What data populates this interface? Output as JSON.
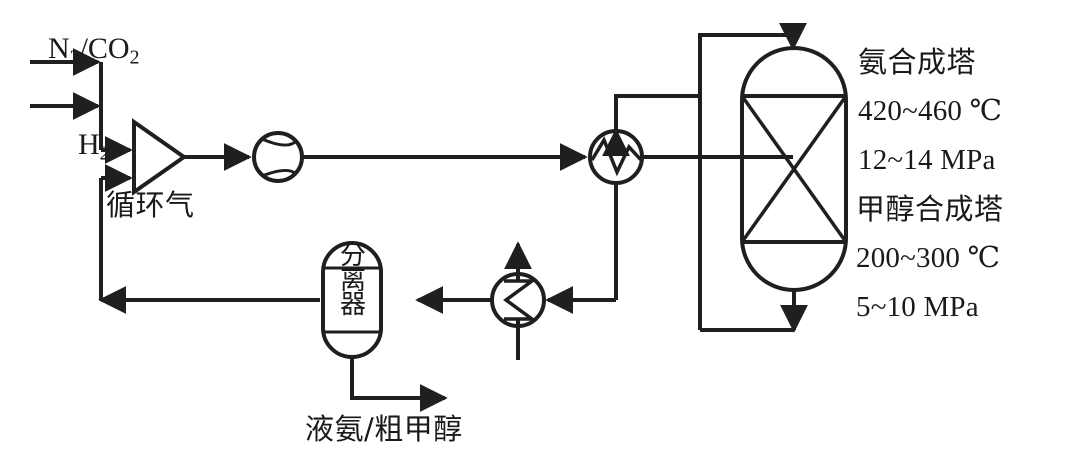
{
  "figure": {
    "type": "process-flow-diagram",
    "stroke_color": "#1f1f1f",
    "background_color": "#ffffff"
  },
  "feeds": {
    "top_feed_label": "N2/CO2",
    "top_feed_label_parts": {
      "a": "N",
      "a_sub": "2",
      "slash": "/",
      "b": "CO",
      "b_sub": "2"
    },
    "second_feed_label": "H2",
    "second_feed_label_parts": {
      "a": "H",
      "a_sub": "2"
    },
    "recycle_label": "循环气"
  },
  "equipment": {
    "compressor": {
      "name": "compressor-triangle"
    },
    "pump": {
      "name": "circulation-pump"
    },
    "heat_exchanger": {
      "name": "heat-exchanger"
    },
    "cooler": {
      "name": "cooler"
    },
    "separator": {
      "label": "分离器",
      "chars": [
        "分",
        "离",
        "器"
      ]
    },
    "reactor": {
      "name": "synthesis-reactor"
    }
  },
  "outputs": {
    "product_label": "液氨/粗甲醇"
  },
  "annotations": {
    "ammonia": {
      "title": "氨合成塔",
      "temperature": "420~460 ℃",
      "pressure": "12~14 MPa"
    },
    "methanol": {
      "title": "甲醇合成塔",
      "temperature": "200~300 ℃",
      "pressure": "5~10 MPa"
    }
  }
}
